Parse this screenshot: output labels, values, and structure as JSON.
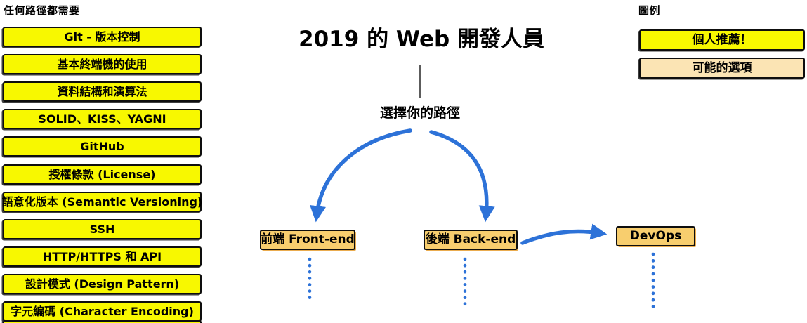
{
  "left_panel": {
    "header": "任何路徑都需要",
    "items": [
      "Git - 版本控制",
      "基本終端機的使用",
      "資料結構和演算法",
      "SOLID、KISS、YAGNI",
      "GitHub",
      "授權條款 (License)",
      "語意化版本 (Semantic Versioning)",
      "SSH",
      "HTTP/HTTPS 和 API",
      "設計模式 (Design Pattern)",
      "字元編碼 (Character Encoding)"
    ]
  },
  "center": {
    "title": "2019 的 Web 開發人員",
    "choose_path_label": "選擇你的路徑",
    "paths": [
      {
        "label": "前端 Front-end"
      },
      {
        "label": "後端 Back-end"
      },
      {
        "label": "DevOps"
      }
    ]
  },
  "legend": {
    "header": "圖例",
    "items": [
      {
        "label": "個人推薦！",
        "type": "recommended"
      },
      {
        "label": "可能的選項",
        "type": "possible"
      }
    ]
  },
  "colors": {
    "recommended_yellow": "#f8f800",
    "path_amber": "#f8ce6e",
    "possible_tan": "#fbe4b4",
    "arrow_blue": "#2d72d8",
    "stem_gray": "#5c5c5c",
    "border_black": "#0e0e0e"
  }
}
